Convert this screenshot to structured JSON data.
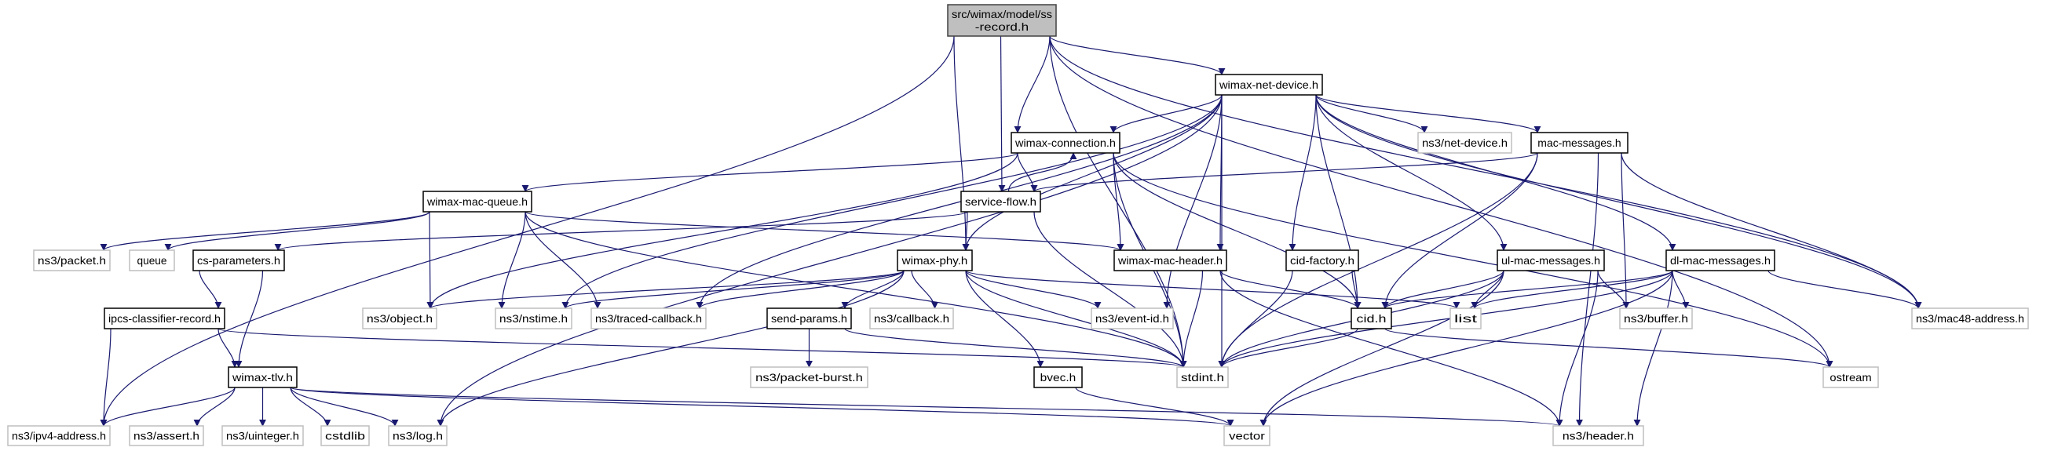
{
  "graph": {
    "colors": {
      "edge": "#191970",
      "root_fill": "#bfbfbf",
      "documented_border": "#000000",
      "external_border": "#bfbfbf"
    },
    "nodes": [
      {
        "id": "root",
        "label": [
          "src/wimax/model/ss",
          "-record.h"
        ],
        "kind": "root"
      },
      {
        "id": "wimax-net-device",
        "label": [
          "wimax-net-device.h"
        ],
        "kind": "documented"
      },
      {
        "id": "wimax-connection",
        "label": [
          "wimax-connection.h"
        ],
        "kind": "documented"
      },
      {
        "id": "ns3-net-device",
        "label": [
          "ns3/net-device.h"
        ],
        "kind": "external"
      },
      {
        "id": "mac-messages",
        "label": [
          "mac-messages.h"
        ],
        "kind": "documented"
      },
      {
        "id": "service-flow",
        "label": [
          "service-flow.h"
        ],
        "kind": "documented"
      },
      {
        "id": "wimax-mac-queue",
        "label": [
          "wimax-mac-queue.h"
        ],
        "kind": "documented"
      },
      {
        "id": "ns3-packet",
        "label": [
          "ns3/packet.h"
        ],
        "kind": "external"
      },
      {
        "id": "queue",
        "label": [
          "queue"
        ],
        "kind": "external"
      },
      {
        "id": "cs-parameters",
        "label": [
          "cs-parameters.h"
        ],
        "kind": "documented"
      },
      {
        "id": "wimax-phy",
        "label": [
          "wimax-phy.h"
        ],
        "kind": "documented"
      },
      {
        "id": "wimax-mac-header",
        "label": [
          "wimax-mac-header.h"
        ],
        "kind": "documented"
      },
      {
        "id": "cid-factory",
        "label": [
          "cid-factory.h"
        ],
        "kind": "documented"
      },
      {
        "id": "ul-mac-messages",
        "label": [
          "ul-mac-messages.h"
        ],
        "kind": "documented"
      },
      {
        "id": "dl-mac-messages",
        "label": [
          "dl-mac-messages.h"
        ],
        "kind": "documented"
      },
      {
        "id": "ipcs-classifier-record",
        "label": [
          "ipcs-classifier-record.h"
        ],
        "kind": "documented"
      },
      {
        "id": "ns3-object",
        "label": [
          "ns3/object.h"
        ],
        "kind": "external"
      },
      {
        "id": "ns3-nstime",
        "label": [
          "ns3/nstime.h"
        ],
        "kind": "external"
      },
      {
        "id": "ns3-traced-callback",
        "label": [
          "ns3/traced-callback.h"
        ],
        "kind": "external"
      },
      {
        "id": "send-params",
        "label": [
          "send-params.h"
        ],
        "kind": "documented"
      },
      {
        "id": "ns3-callback",
        "label": [
          "ns3/callback.h"
        ],
        "kind": "external"
      },
      {
        "id": "ns3-event-id",
        "label": [
          "ns3/event-id.h"
        ],
        "kind": "external"
      },
      {
        "id": "cid",
        "label": [
          "cid.h"
        ],
        "kind": "documented"
      },
      {
        "id": "list",
        "label": [
          "list"
        ],
        "kind": "external"
      },
      {
        "id": "ns3-buffer",
        "label": [
          "ns3/buffer.h"
        ],
        "kind": "external"
      },
      {
        "id": "ns3-mac48-address",
        "label": [
          "ns3/mac48-address.h"
        ],
        "kind": "external"
      },
      {
        "id": "wimax-tlv",
        "label": [
          "wimax-tlv.h"
        ],
        "kind": "documented"
      },
      {
        "id": "ns3-packet-burst",
        "label": [
          "ns3/packet-burst.h"
        ],
        "kind": "external"
      },
      {
        "id": "bvec",
        "label": [
          "bvec.h"
        ],
        "kind": "documented"
      },
      {
        "id": "stdint",
        "label": [
          "stdint.h"
        ],
        "kind": "external"
      },
      {
        "id": "ostream",
        "label": [
          "ostream"
        ],
        "kind": "external"
      },
      {
        "id": "ns3-ipv4-address",
        "label": [
          "ns3/ipv4-address.h"
        ],
        "kind": "external"
      },
      {
        "id": "ns3-assert",
        "label": [
          "ns3/assert.h"
        ],
        "kind": "external"
      },
      {
        "id": "ns3-uinteger",
        "label": [
          "ns3/uinteger.h"
        ],
        "kind": "external"
      },
      {
        "id": "cstdlib",
        "label": [
          "cstdlib"
        ],
        "kind": "external"
      },
      {
        "id": "ns3-log",
        "label": [
          "ns3/log.h"
        ],
        "kind": "external"
      },
      {
        "id": "vector",
        "label": [
          "vector"
        ],
        "kind": "external"
      },
      {
        "id": "ns3-header",
        "label": [
          "ns3/header.h"
        ],
        "kind": "external"
      }
    ],
    "edges": [
      [
        "root",
        "ns3-ipv4-address"
      ],
      [
        "root",
        "stdint"
      ],
      [
        "root",
        "wimax-phy"
      ],
      [
        "root",
        "service-flow"
      ],
      [
        "root",
        "wimax-connection"
      ],
      [
        "root",
        "wimax-net-device"
      ],
      [
        "root",
        "ns3-mac48-address"
      ],
      [
        "root",
        "ostream"
      ],
      [
        "wimax-net-device",
        "ns3-log"
      ],
      [
        "wimax-net-device",
        "ns3-nstime"
      ],
      [
        "wimax-net-device",
        "wimax-connection"
      ],
      [
        "wimax-net-device",
        "wimax-phy"
      ],
      [
        "wimax-net-device",
        "ns3-traced-callback"
      ],
      [
        "wimax-net-device",
        "ns3-event-id"
      ],
      [
        "wimax-net-device",
        "wimax-mac-header"
      ],
      [
        "wimax-net-device",
        "cid-factory"
      ],
      [
        "wimax-net-device",
        "cid"
      ],
      [
        "wimax-net-device",
        "ns3-net-device"
      ],
      [
        "wimax-net-device",
        "mac-messages"
      ],
      [
        "wimax-net-device",
        "ul-mac-messages"
      ],
      [
        "wimax-net-device",
        "dl-mac-messages"
      ],
      [
        "wimax-net-device",
        "ns3-mac48-address"
      ],
      [
        "wimax-net-device",
        "stdint"
      ],
      [
        "wimax-connection",
        "ns3-object"
      ],
      [
        "wimax-connection",
        "wimax-mac-queue"
      ],
      [
        "wimax-connection",
        "service-flow"
      ],
      [
        "wimax-connection",
        "wimax-mac-header"
      ],
      [
        "wimax-connection",
        "cid"
      ],
      [
        "wimax-connection",
        "stdint"
      ],
      [
        "wimax-connection",
        "ostream"
      ],
      [
        "service-flow",
        "wimax-connection"
      ],
      [
        "service-flow",
        "wimax-phy"
      ],
      [
        "service-flow",
        "cs-parameters"
      ],
      [
        "service-flow",
        "stdint"
      ],
      [
        "mac-messages",
        "service-flow"
      ],
      [
        "mac-messages",
        "cid"
      ],
      [
        "mac-messages",
        "stdint"
      ],
      [
        "mac-messages",
        "ns3-buffer"
      ],
      [
        "mac-messages",
        "ns3-mac48-address"
      ],
      [
        "mac-messages",
        "ns3-header"
      ],
      [
        "wimax-mac-queue",
        "ns3-packet"
      ],
      [
        "wimax-mac-queue",
        "queue"
      ],
      [
        "wimax-mac-queue",
        "ns3-object"
      ],
      [
        "wimax-mac-queue",
        "ns3-nstime"
      ],
      [
        "wimax-mac-queue",
        "ns3-traced-callback"
      ],
      [
        "wimax-mac-queue",
        "stdint"
      ],
      [
        "wimax-mac-queue",
        "wimax-mac-header"
      ],
      [
        "cs-parameters",
        "ipcs-classifier-record"
      ],
      [
        "cs-parameters",
        "wimax-tlv"
      ],
      [
        "ipcs-classifier-record",
        "ns3-ipv4-address"
      ],
      [
        "ipcs-classifier-record",
        "wimax-tlv"
      ],
      [
        "ipcs-classifier-record",
        "stdint"
      ],
      [
        "wimax-tlv",
        "ns3-ipv4-address"
      ],
      [
        "wimax-tlv",
        "ns3-assert"
      ],
      [
        "wimax-tlv",
        "ns3-uinteger"
      ],
      [
        "wimax-tlv",
        "cstdlib"
      ],
      [
        "wimax-tlv",
        "ns3-log"
      ],
      [
        "wimax-tlv",
        "vector"
      ],
      [
        "wimax-tlv",
        "ns3-header"
      ],
      [
        "wimax-phy",
        "ns3-object"
      ],
      [
        "wimax-phy",
        "ns3-nstime"
      ],
      [
        "wimax-phy",
        "ns3-traced-callback"
      ],
      [
        "wimax-phy",
        "ns3-log"
      ],
      [
        "wimax-phy",
        "send-params"
      ],
      [
        "wimax-phy",
        "ns3-callback"
      ],
      [
        "wimax-phy",
        "ns3-event-id"
      ],
      [
        "wimax-phy",
        "bvec"
      ],
      [
        "wimax-phy",
        "stdint"
      ],
      [
        "wimax-phy",
        "list"
      ],
      [
        "wimax-mac-header",
        "cid"
      ],
      [
        "wimax-mac-header",
        "stdint"
      ],
      [
        "wimax-mac-header",
        "ns3-header"
      ],
      [
        "cid-factory",
        "cid"
      ],
      [
        "cid-factory",
        "stdint"
      ],
      [
        "cid",
        "stdint"
      ],
      [
        "cid",
        "ostream"
      ],
      [
        "ul-mac-messages",
        "cid"
      ],
      [
        "ul-mac-messages",
        "list"
      ],
      [
        "ul-mac-messages",
        "ns3-buffer"
      ],
      [
        "ul-mac-messages",
        "stdint"
      ],
      [
        "ul-mac-messages",
        "vector"
      ],
      [
        "ul-mac-messages",
        "ns3-header"
      ],
      [
        "dl-mac-messages",
        "cid"
      ],
      [
        "dl-mac-messages",
        "list"
      ],
      [
        "dl-mac-messages",
        "ns3-buffer"
      ],
      [
        "dl-mac-messages",
        "stdint"
      ],
      [
        "dl-mac-messages",
        "vector"
      ],
      [
        "dl-mac-messages",
        "ns3-header"
      ],
      [
        "dl-mac-messages",
        "ns3-mac48-address"
      ],
      [
        "send-params",
        "ns3-packet-burst"
      ],
      [
        "send-params",
        "stdint"
      ],
      [
        "bvec",
        "vector"
      ]
    ]
  }
}
